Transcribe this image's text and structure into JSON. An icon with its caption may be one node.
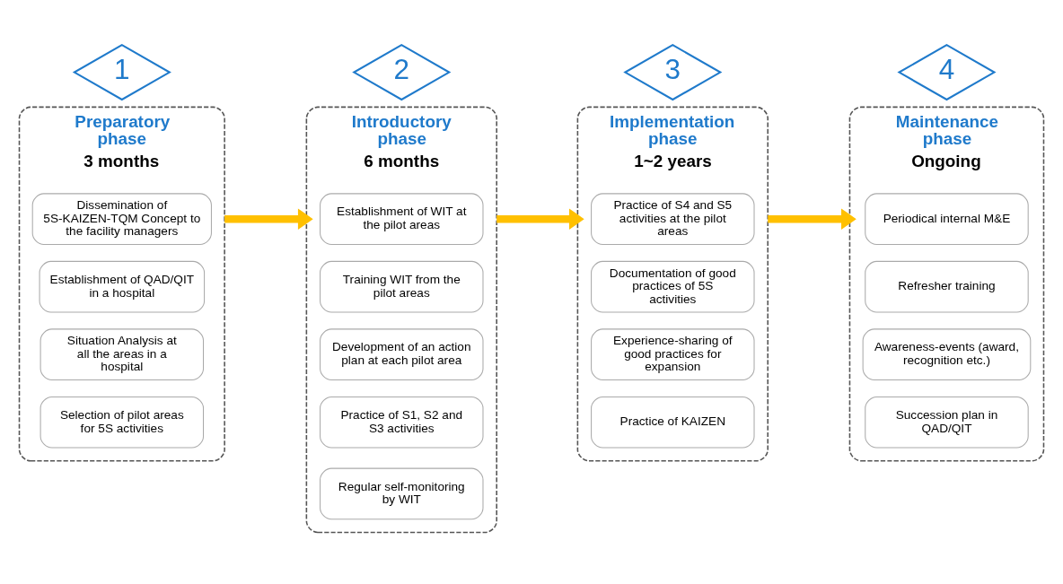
{
  "diagram": {
    "nodes": [
      {
        "text": [
          "1"
        ]
      },
      {
        "text": [
          "Preparatory phase",
          "3 months"
        ]
      },
      {
        "text": [
          "Dissemination of 5S-KAIZEN-TQM Concept to the facility managers"
        ],
        "in": 1
      },
      {
        "text": [
          "Establishment of QAD/QIT in a hospital"
        ],
        "in": 1
      },
      {
        "text": [
          "Situation Analysis at all the areas in a hospital"
        ],
        "in": 1
      },
      {
        "text": [
          "Selection of pilot areas for 5S activities"
        ],
        "in": 1
      },
      {
        "text": [
          "2"
        ]
      },
      {
        "text": [
          "Introductory phase",
          "6 months"
        ]
      },
      {
        "text": [
          "Establishment of WIT at the pilot areas"
        ],
        "in": 7
      },
      {
        "text": [
          "Training WIT from the pilot areas"
        ],
        "in": 7
      },
      {
        "text": [
          "Development of an action plan at each pilot area"
        ],
        "in": 7
      },
      {
        "text": [
          "Practice of S1, S2 and S3 activities"
        ],
        "in": 7
      },
      {
        "text": [
          "Regular self-monitoring by WIT"
        ],
        "in": 7
      },
      {
        "text": [
          "3"
        ]
      },
      {
        "text": [
          "Implementation phase",
          "1~2 years"
        ]
      },
      {
        "text": [
          "Practice of S4 and S5 activities at the pilot areas"
        ],
        "in": 14
      },
      {
        "text": [
          "Documentation of good practices of 5S activities"
        ],
        "in": 14
      },
      {
        "text": [
          "Experience-sharing of good practices for expansion"
        ],
        "in": 14
      },
      {
        "text": [
          "Practice of KAIZEN"
        ],
        "in": 14
      },
      {
        "text": [
          "4"
        ]
      },
      {
        "text": [
          "Maintenance phase",
          "Ongoing"
        ]
      },
      {
        "text": [
          "Periodical internal M&E"
        ],
        "in": 20
      },
      {
        "text": [
          "Refresher training"
        ],
        "in": 20
      },
      {
        "text": [
          "Awareness-events (award, recognition etc.)"
        ],
        "in": 20
      },
      {
        "text": [
          "Succession plan in QAD/QIT"
        ],
        "in": 20
      }
    ],
    "edges": [
      {
        "from": 1,
        "to": 7,
        "arrow": "to"
      },
      {
        "from": 7,
        "to": 14,
        "arrow": "to"
      },
      {
        "from": 14,
        "to": 20,
        "arrow": "to"
      }
    ]
  }
}
